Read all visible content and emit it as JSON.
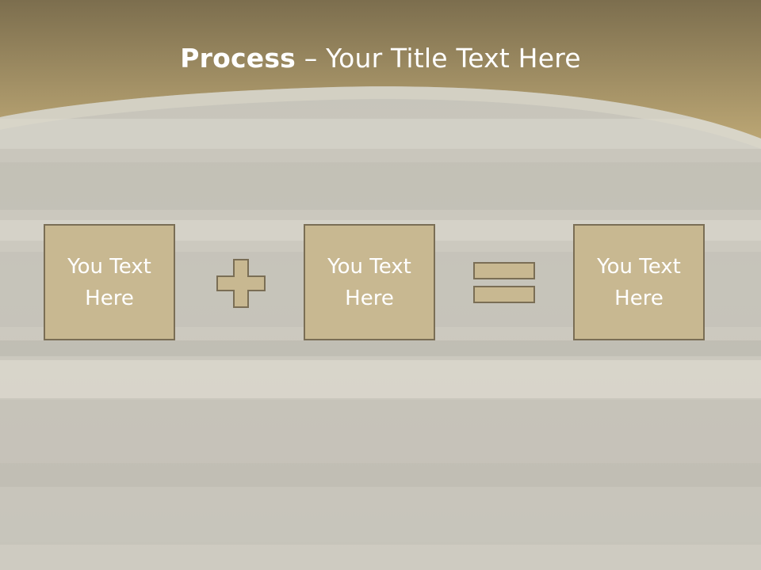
{
  "title": {
    "bold": "Process",
    "rest": " – Your Title Text Here"
  },
  "boxes": [
    {
      "text": "You Text Here"
    },
    {
      "text": "You Text Here"
    },
    {
      "text": "You Text Here"
    }
  ],
  "colors": {
    "header": "#a48f5f",
    "box_fill": "#c8b891",
    "box_border": "#7a6e55",
    "background": "#c9c6bb"
  },
  "icons": [
    "plus-sign",
    "equals-sign"
  ]
}
